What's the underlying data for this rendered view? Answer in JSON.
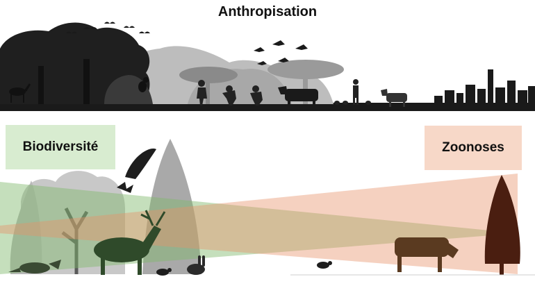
{
  "title": "Anthropisation",
  "labels": {
    "left": "Biodiversité",
    "right": "Zoonoses"
  },
  "colors": {
    "forest_dark": "#1e1e1e",
    "forest_grey": "#7a7a7a",
    "forest_light": "#b5b5b5",
    "biodiversity_green": "#7fb86a",
    "zoonoses_orange": "#e8916a",
    "tree_brown": "#4a1e10"
  },
  "icons": [
    "deer-icon",
    "bird-icon",
    "goose-icon",
    "farmer-icon",
    "cow-icon",
    "goat-icon",
    "chicken-icon",
    "city-skyline-icon",
    "fox-icon",
    "elk-icon",
    "mouse-icon",
    "rabbit-icon",
    "owl-icon",
    "butterfly-icon",
    "conifer-icon"
  ]
}
